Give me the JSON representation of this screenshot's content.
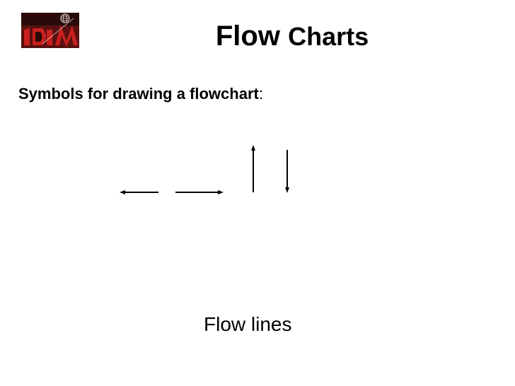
{
  "slide": {
    "title_part1": "Flow",
    "title_part2": "Charts",
    "subtitle": "Symbols for drawing a flowchart",
    "subtitle_colon": ":",
    "caption": "Flow lines"
  },
  "logo": {
    "text": "IDM",
    "colors": {
      "background": "#2b0a0a",
      "letters": "#c8201e",
      "outline": "#e8e0d8"
    }
  },
  "arrows": [
    {
      "icon": "arrow-left-icon",
      "direction": "left"
    },
    {
      "icon": "arrow-right-icon",
      "direction": "right"
    },
    {
      "icon": "arrow-up-icon",
      "direction": "up"
    },
    {
      "icon": "arrow-down-icon",
      "direction": "down"
    }
  ]
}
